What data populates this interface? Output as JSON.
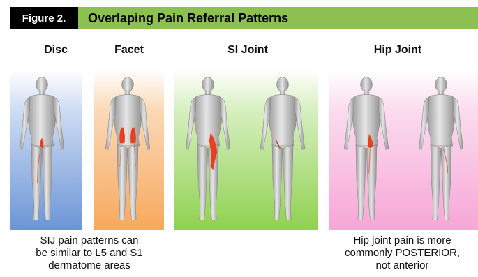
{
  "header": {
    "figure_label": "Figure 2.",
    "title": "Overlaping Pain Referral Patterns"
  },
  "columns": [
    {
      "id": "disc",
      "title": "Disc"
    },
    {
      "id": "facet",
      "title": "Facet"
    },
    {
      "id": "si",
      "title": "SI Joint"
    },
    {
      "id": "hip",
      "title": "Hip Joint"
    }
  ],
  "captions": {
    "left": {
      "lines": [
        "SIJ pain patterns can",
        "be similar to L5 and S1",
        "dermatome areas"
      ]
    },
    "right": {
      "lines": [
        "Hip joint pain is more",
        "commonly POSTERIOR,",
        "not anterior"
      ]
    }
  },
  "colors": {
    "header_bg": "#8cc152",
    "disc_panel": "#6b95d6",
    "facet_panel": "#f7a85c",
    "si_panel": "#8fd14f",
    "hip_panel": "#f7a6d6",
    "pain": "#e8401c"
  }
}
